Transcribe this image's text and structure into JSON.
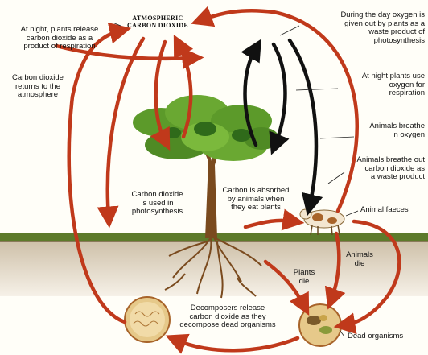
{
  "title": {
    "line1": "ATMOSPHERIC",
    "line2": "CARBON DIOXIDE"
  },
  "labels": {
    "night_release": "At night, plants release\ncarbon dioxide as a\nproduct of respiration",
    "co2_returns": "Carbon dioxide\nreturns to the\natmosphere",
    "day_oxygen": "During the day oxygen is\ngiven out by plants as a\nwaste product of\nphotosynthesis",
    "night_use_oxygen": "At night plants use\noxygen for\nrespiration",
    "animals_breathe_in": "Animals breathe\nin oxygen",
    "animals_breathe_out": "Animals breathe out\ncarbon dioxide as\na waste product",
    "co2_photosynthesis": "Carbon dioxide\nis used in\nphotosynthesis",
    "carbon_absorbed": "Carbon is absorbed\nby animals when\nthey eat plants",
    "animal_faeces": "Animal faeces",
    "animals_die": "Animals\ndie",
    "plants_die": "Plants\ndie",
    "decomposers": "Decomposers release\ncarbon dioxide as they\ndecompose dead organisms",
    "dead_organisms": "Dead organisms"
  },
  "colors": {
    "arrow_red": "#c0391b",
    "arrow_black": "#111111",
    "ground": "#5d7a2a",
    "soil": "#d8ccb8",
    "trunk": "#7a4a1e",
    "canopy": "#5c9a2a",
    "canopy_dark": "#2f6a1a"
  }
}
